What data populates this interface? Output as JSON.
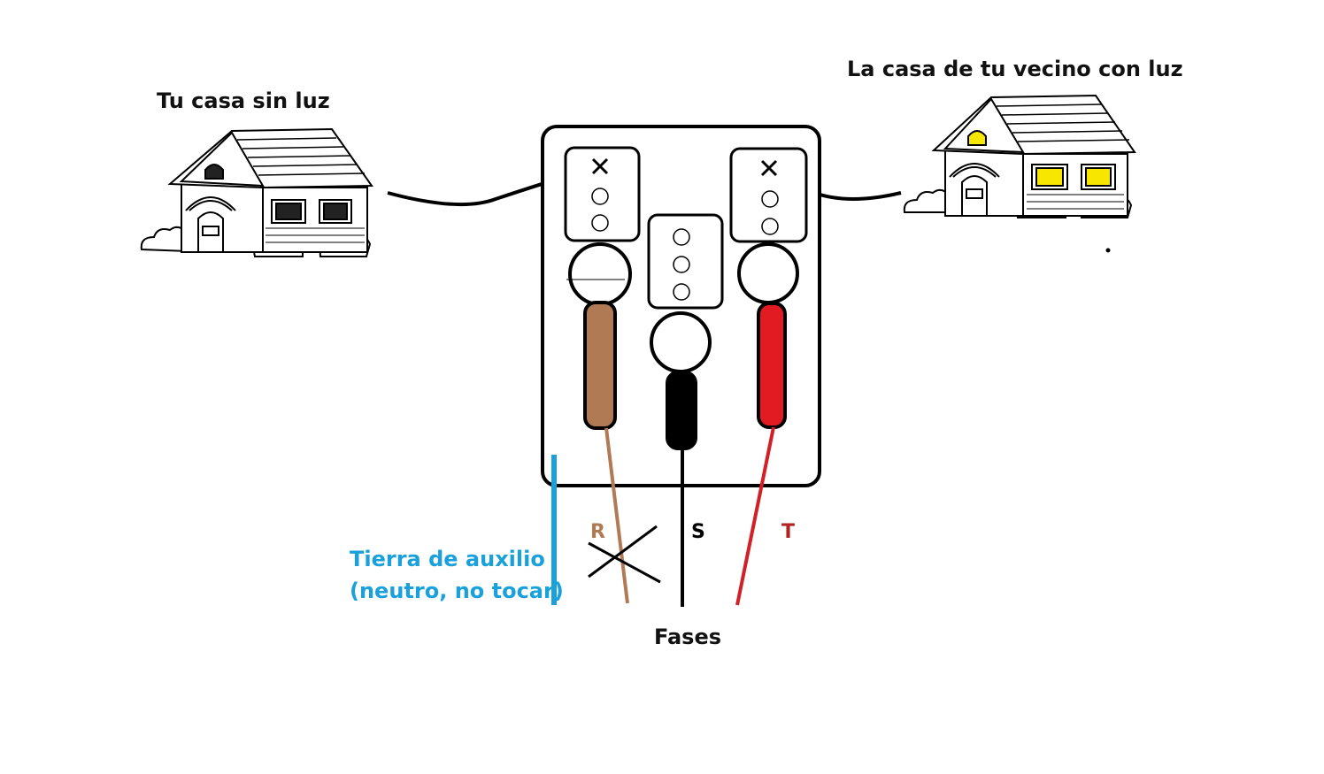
{
  "labels": {
    "left_house": "Tu casa sin luz",
    "right_house": "La casa de tu vecino con luz",
    "phase_r": "R",
    "phase_s": "S",
    "phase_t": "T",
    "ground_line1": "Tierra de auxilio",
    "ground_line2": "(neutro, no tocar)",
    "phases": "Fases"
  },
  "colors": {
    "phase_r": "#b07a55",
    "phase_s": "#000000",
    "phase_t": "#e21b23",
    "ground": "#1aa1dc",
    "window_lit": "#f6e600",
    "t_label": "#b22222"
  }
}
